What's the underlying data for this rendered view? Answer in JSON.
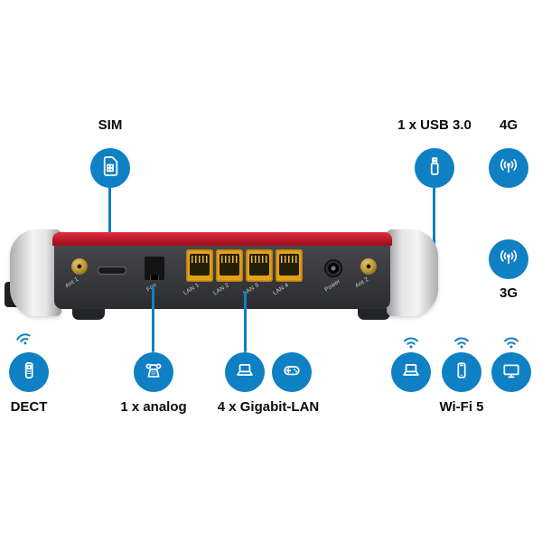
{
  "colors": {
    "accent": "#0f80c3",
    "router_red": "#c41425",
    "router_dark": "#3c3d41",
    "port_yellow": "#e3a119"
  },
  "callouts": {
    "sim": {
      "label": "SIM",
      "icon": "sim-card-icon"
    },
    "usb": {
      "label": "1 x USB 3.0",
      "icon": "usb-stick-icon"
    },
    "g4": {
      "label": "4G",
      "icon": "cellular-signal-icon"
    },
    "g3": {
      "label": "3G",
      "icon": "cellular-signal-icon"
    },
    "dect": {
      "label": "DECT",
      "icon": "cordless-phone-icon"
    },
    "analog": {
      "label": "1 x analog",
      "icon": "telephone-icon"
    },
    "lan": {
      "label": "4 x Gigabit-LAN",
      "icons": [
        "laptop-icon",
        "gamepad-icon"
      ]
    },
    "wifi": {
      "label": "Wi-Fi 5",
      "icons": [
        "laptop-icon",
        "smartphone-icon",
        "tv-icon"
      ]
    }
  },
  "router": {
    "ports": {
      "ant1": "Ant 1",
      "fon": "Fon",
      "lan1": "LAN 1",
      "lan2": "LAN 2",
      "lan3": "LAN 3",
      "lan4": "LAN 4",
      "power": "Power",
      "ant2": "Ant 2"
    }
  },
  "icons": [
    "sim-card-icon",
    "usb-stick-icon",
    "cellular-signal-icon",
    "cordless-phone-icon",
    "telephone-icon",
    "laptop-icon",
    "gamepad-icon",
    "smartphone-icon",
    "tv-icon",
    "wifi-waves-icon"
  ]
}
